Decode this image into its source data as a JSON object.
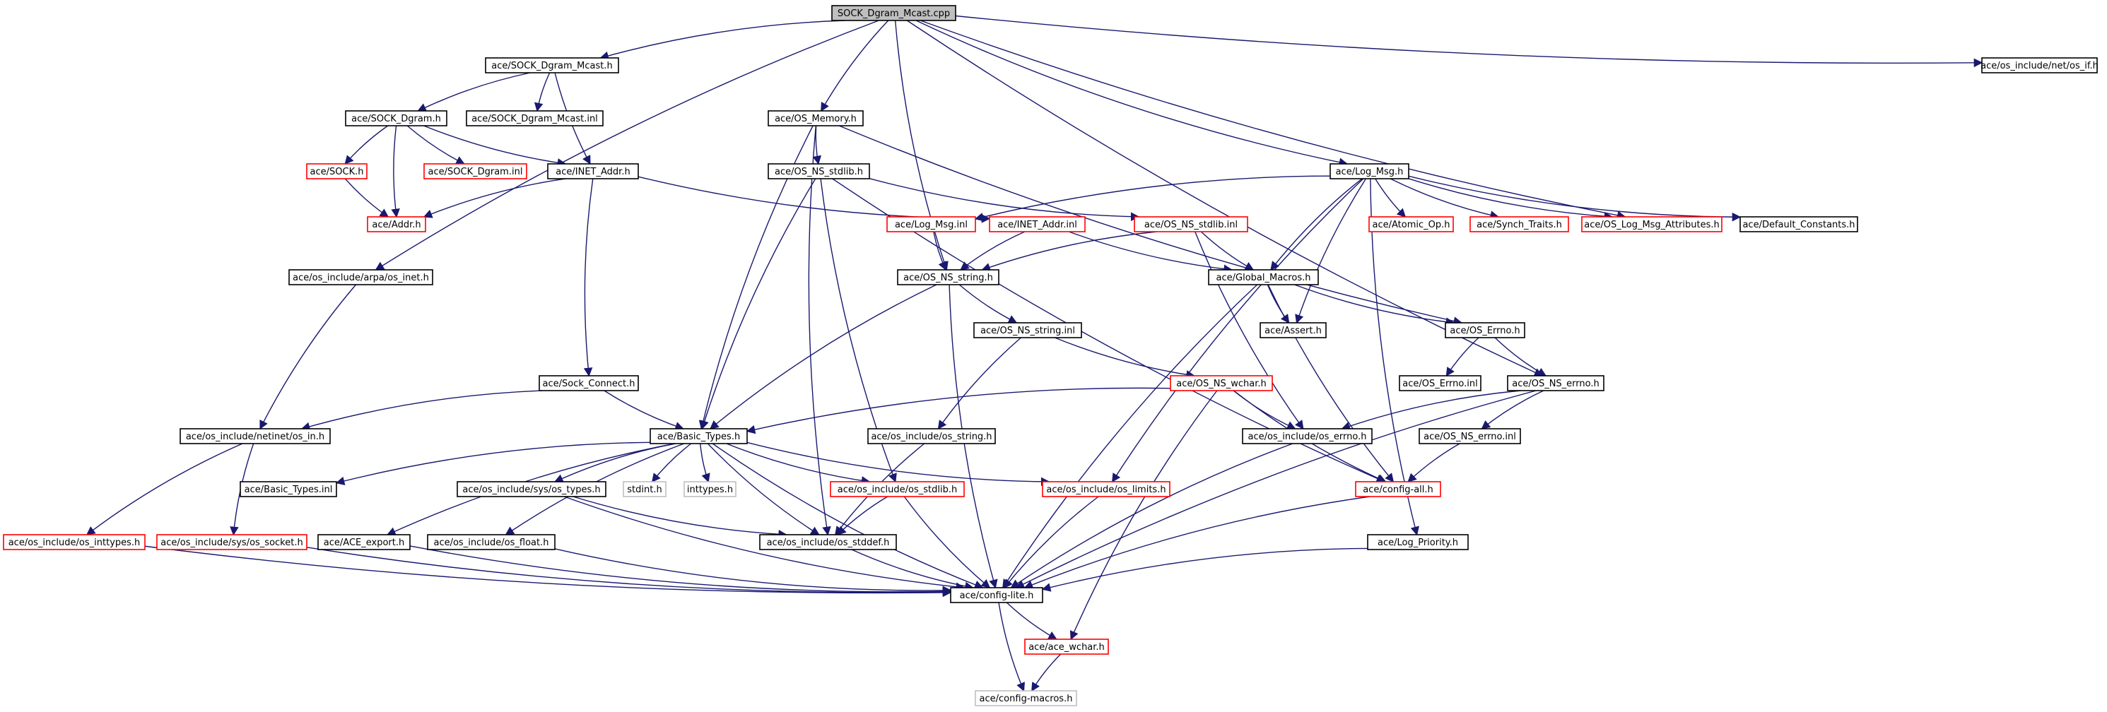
{
  "title": "SOCK_Dgram_Mcast.cpp",
  "colors": {
    "edge": "#191970",
    "border_documented": "#000000",
    "border_undocumented": "#ff0000",
    "border_external": "#bfbfbf",
    "root_fill": "#bfbfbf"
  },
  "nodes": [
    {
      "id": "root",
      "label": "SOCK_Dgram_Mcast.cpp",
      "kind": "root"
    },
    {
      "id": "sock_dgram_mcast_h",
      "label": "ace/SOCK_Dgram_Mcast.h",
      "kind": "documented"
    },
    {
      "id": "os_if_h",
      "label": "ace/os_include/net/os_if.h",
      "kind": "documented"
    },
    {
      "id": "sock_dgram_h",
      "label": "ace/SOCK_Dgram.h",
      "kind": "documented"
    },
    {
      "id": "sock_dgram_mcast_inl",
      "label": "ace/SOCK_Dgram_Mcast.inl",
      "kind": "documented"
    },
    {
      "id": "os_memory_h",
      "label": "ace/OS_Memory.h",
      "kind": "documented"
    },
    {
      "id": "sock_h",
      "label": "ace/SOCK.h",
      "kind": "undocumented"
    },
    {
      "id": "sock_dgram_inl",
      "label": "ace/SOCK_Dgram.inl",
      "kind": "undocumented"
    },
    {
      "id": "inet_addr_h",
      "label": "ace/INET_Addr.h",
      "kind": "documented"
    },
    {
      "id": "os_ns_stdlib_h",
      "label": "ace/OS_NS_stdlib.h",
      "kind": "documented"
    },
    {
      "id": "log_msg_h",
      "label": "ace/Log_Msg.h",
      "kind": "documented"
    },
    {
      "id": "addr_h",
      "label": "ace/Addr.h",
      "kind": "undocumented"
    },
    {
      "id": "log_msg_inl",
      "label": "ace/Log_Msg.inl",
      "kind": "undocumented"
    },
    {
      "id": "inet_addr_inl",
      "label": "ace/INET_Addr.inl",
      "kind": "undocumented"
    },
    {
      "id": "os_ns_stdlib_inl",
      "label": "ace/OS_NS_stdlib.inl",
      "kind": "undocumented"
    },
    {
      "id": "atomic_op_h",
      "label": "ace/Atomic_Op.h",
      "kind": "undocumented"
    },
    {
      "id": "synch_traits_h",
      "label": "ace/Synch_Traits.h",
      "kind": "undocumented"
    },
    {
      "id": "os_log_msg_attributes_h",
      "label": "ace/OS_Log_Msg_Attributes.h",
      "kind": "undocumented"
    },
    {
      "id": "default_constants_h",
      "label": "ace/Default_Constants.h",
      "kind": "documented"
    },
    {
      "id": "arpa_os_inet_h",
      "label": "ace/os_include/arpa/os_inet.h",
      "kind": "documented"
    },
    {
      "id": "os_ns_string_h",
      "label": "ace/OS_NS_string.h",
      "kind": "documented"
    },
    {
      "id": "global_macros_h",
      "label": "ace/Global_Macros.h",
      "kind": "documented"
    },
    {
      "id": "os_ns_string_inl",
      "label": "ace/OS_NS_string.inl",
      "kind": "documented"
    },
    {
      "id": "assert_h",
      "label": "ace/Assert.h",
      "kind": "documented"
    },
    {
      "id": "os_errno_h_upper",
      "label": "ace/OS_Errno.h",
      "kind": "documented"
    },
    {
      "id": "sock_connect_h",
      "label": "ace/Sock_Connect.h",
      "kind": "documented"
    },
    {
      "id": "os_ns_wchar_h",
      "label": "ace/OS_NS_wchar.h",
      "kind": "undocumented"
    },
    {
      "id": "os_errno_inl",
      "label": "ace/OS_Errno.inl",
      "kind": "documented"
    },
    {
      "id": "os_ns_errno_h",
      "label": "ace/OS_NS_errno.h",
      "kind": "documented"
    },
    {
      "id": "netinet_os_in_h",
      "label": "ace/os_include/netinet/os_in.h",
      "kind": "documented"
    },
    {
      "id": "basic_types_h",
      "label": "ace/Basic_Types.h",
      "kind": "documented"
    },
    {
      "id": "os_string_h",
      "label": "ace/os_include/os_string.h",
      "kind": "documented"
    },
    {
      "id": "os_include_os_errno_h",
      "label": "ace/os_include/os_errno.h",
      "kind": "documented"
    },
    {
      "id": "os_ns_errno_inl",
      "label": "ace/OS_NS_errno.inl",
      "kind": "documented"
    },
    {
      "id": "basic_types_inl",
      "label": "ace/Basic_Types.inl",
      "kind": "documented"
    },
    {
      "id": "sys_os_types_h",
      "label": "ace/os_include/sys/os_types.h",
      "kind": "documented"
    },
    {
      "id": "stdint_h",
      "label": "stdint.h",
      "kind": "external"
    },
    {
      "id": "inttypes_h",
      "label": "inttypes.h",
      "kind": "external"
    },
    {
      "id": "os_include_os_stdlib_h",
      "label": "ace/os_include/os_stdlib.h",
      "kind": "undocumented"
    },
    {
      "id": "os_include_os_limits_h",
      "label": "ace/os_include/os_limits.h",
      "kind": "undocumented"
    },
    {
      "id": "config_all_h",
      "label": "ace/config-all.h",
      "kind": "undocumented"
    },
    {
      "id": "os_inttypes_h",
      "label": "ace/os_include/os_inttypes.h",
      "kind": "undocumented"
    },
    {
      "id": "sys_os_socket_h",
      "label": "ace/os_include/sys/os_socket.h",
      "kind": "undocumented"
    },
    {
      "id": "ace_export_h",
      "label": "ace/ACE_export.h",
      "kind": "documented"
    },
    {
      "id": "os_float_h",
      "label": "ace/os_include/os_float.h",
      "kind": "documented"
    },
    {
      "id": "os_stddef_h",
      "label": "ace/os_include/os_stddef.h",
      "kind": "documented"
    },
    {
      "id": "log_priority_h",
      "label": "ace/Log_Priority.h",
      "kind": "documented"
    },
    {
      "id": "config_lite_h",
      "label": "ace/config-lite.h",
      "kind": "documented"
    },
    {
      "id": "ace_wchar_h",
      "label": "ace/ace_wchar.h",
      "kind": "undocumented"
    },
    {
      "id": "config_macros_h",
      "label": "ace/config-macros.h",
      "kind": "external"
    }
  ],
  "edges": [
    [
      "root",
      "sock_dgram_mcast_h"
    ],
    [
      "root",
      "os_if_h"
    ],
    [
      "root",
      "os_memory_h"
    ],
    [
      "root",
      "log_msg_h"
    ],
    [
      "root",
      "arpa_os_inet_h"
    ],
    [
      "root",
      "os_ns_string_h"
    ],
    [
      "root",
      "os_ns_errno_h"
    ],
    [
      "root",
      "os_log_msg_attributes_h"
    ],
    [
      "sock_dgram_mcast_h",
      "sock_dgram_h"
    ],
    [
      "sock_dgram_mcast_h",
      "sock_dgram_mcast_inl"
    ],
    [
      "sock_dgram_mcast_h",
      "inet_addr_h"
    ],
    [
      "sock_dgram_h",
      "sock_h"
    ],
    [
      "sock_dgram_h",
      "sock_dgram_inl"
    ],
    [
      "sock_dgram_h",
      "inet_addr_h"
    ],
    [
      "sock_dgram_h",
      "addr_h"
    ],
    [
      "sock_h",
      "addr_h"
    ],
    [
      "inet_addr_h",
      "addr_h"
    ],
    [
      "inet_addr_h",
      "inet_addr_inl"
    ],
    [
      "inet_addr_h",
      "sock_connect_h"
    ],
    [
      "os_memory_h",
      "os_ns_stdlib_h"
    ],
    [
      "os_memory_h",
      "basic_types_h"
    ],
    [
      "os_memory_h",
      "os_stddef_h"
    ],
    [
      "os_memory_h",
      "os_errno_h_upper"
    ],
    [
      "os_ns_stdlib_h",
      "os_ns_stdlib_inl"
    ],
    [
      "os_ns_stdlib_h",
      "basic_types_h"
    ],
    [
      "os_ns_stdlib_h",
      "os_include_os_stdlib_h"
    ],
    [
      "os_ns_stdlib_h",
      "config_all_h"
    ],
    [
      "log_msg_h",
      "log_msg_inl"
    ],
    [
      "log_msg_h",
      "atomic_op_h"
    ],
    [
      "log_msg_h",
      "synch_traits_h"
    ],
    [
      "log_msg_h",
      "os_log_msg_attributes_h"
    ],
    [
      "log_msg_h",
      "default_constants_h"
    ],
    [
      "log_msg_h",
      "global_macros_h"
    ],
    [
      "log_msg_h",
      "assert_h"
    ],
    [
      "log_msg_h",
      "os_include_os_limits_h"
    ],
    [
      "log_msg_h",
      "log_priority_h"
    ],
    [
      "log_msg_inl",
      "os_ns_string_h"
    ],
    [
      "inet_addr_inl",
      "os_ns_string_h"
    ],
    [
      "inet_addr_inl",
      "global_macros_h"
    ],
    [
      "os_ns_stdlib_inl",
      "os_ns_string_h"
    ],
    [
      "os_ns_stdlib_inl",
      "global_macros_h"
    ],
    [
      "os_ns_stdlib_inl",
      "os_include_os_errno_h"
    ],
    [
      "arpa_os_inet_h",
      "netinet_os_in_h"
    ],
    [
      "os_ns_string_h",
      "os_ns_string_inl"
    ],
    [
      "os_ns_string_h",
      "basic_types_h"
    ],
    [
      "os_ns_string_h",
      "config_lite_h"
    ],
    [
      "global_macros_h",
      "assert_h"
    ],
    [
      "global_macros_h",
      "os_errno_h_upper"
    ],
    [
      "global_macros_h",
      "config_lite_h"
    ],
    [
      "global_macros_h",
      "config_all_h"
    ],
    [
      "os_ns_string_inl",
      "os_ns_wchar_h"
    ],
    [
      "os_ns_string_inl",
      "os_string_h"
    ],
    [
      "os_errno_h_upper",
      "os_errno_inl"
    ],
    [
      "os_errno_h_upper",
      "os_ns_errno_h"
    ],
    [
      "sock_connect_h",
      "netinet_os_in_h"
    ],
    [
      "sock_connect_h",
      "basic_types_h"
    ],
    [
      "os_ns_wchar_h",
      "basic_types_h"
    ],
    [
      "os_ns_wchar_h",
      "os_include_os_errno_h"
    ],
    [
      "os_ns_wchar_h",
      "config_all_h"
    ],
    [
      "os_ns_wchar_h",
      "ace_wchar_h"
    ],
    [
      "os_ns_errno_h",
      "os_include_os_errno_h"
    ],
    [
      "os_ns_errno_h",
      "os_ns_errno_inl"
    ],
    [
      "os_ns_errno_h",
      "config_lite_h"
    ],
    [
      "os_ns_errno_inl",
      "config_all_h"
    ],
    [
      "netinet_os_in_h",
      "os_inttypes_h"
    ],
    [
      "netinet_os_in_h",
      "sys_os_socket_h"
    ],
    [
      "basic_types_h",
      "basic_types_inl"
    ],
    [
      "basic_types_h",
      "sys_os_types_h"
    ],
    [
      "basic_types_h",
      "stdint_h"
    ],
    [
      "basic_types_h",
      "inttypes_h"
    ],
    [
      "basic_types_h",
      "os_include_os_stdlib_h"
    ],
    [
      "basic_types_h",
      "os_include_os_limits_h"
    ],
    [
      "basic_types_h",
      "ace_export_h"
    ],
    [
      "basic_types_h",
      "os_float_h"
    ],
    [
      "basic_types_h",
      "os_stddef_h"
    ],
    [
      "basic_types_h",
      "config_lite_h"
    ],
    [
      "os_string_h",
      "os_stddef_h"
    ],
    [
      "os_include_os_errno_h",
      "config_lite_h"
    ],
    [
      "sys_os_types_h",
      "os_stddef_h"
    ],
    [
      "sys_os_types_h",
      "config_lite_h"
    ],
    [
      "os_include_os_stdlib_h",
      "os_stddef_h"
    ],
    [
      "os_include_os_stdlib_h",
      "config_lite_h"
    ],
    [
      "os_include_os_limits_h",
      "config_lite_h"
    ],
    [
      "config_all_h",
      "config_lite_h"
    ],
    [
      "os_inttypes_h",
      "config_lite_h"
    ],
    [
      "sys_os_socket_h",
      "config_lite_h"
    ],
    [
      "ace_export_h",
      "config_lite_h"
    ],
    [
      "os_float_h",
      "config_lite_h"
    ],
    [
      "os_stddef_h",
      "config_lite_h"
    ],
    [
      "log_priority_h",
      "config_lite_h"
    ],
    [
      "config_lite_h",
      "ace_wchar_h"
    ],
    [
      "config_lite_h",
      "config_macros_h"
    ],
    [
      "ace_wchar_h",
      "config_macros_h"
    ]
  ]
}
